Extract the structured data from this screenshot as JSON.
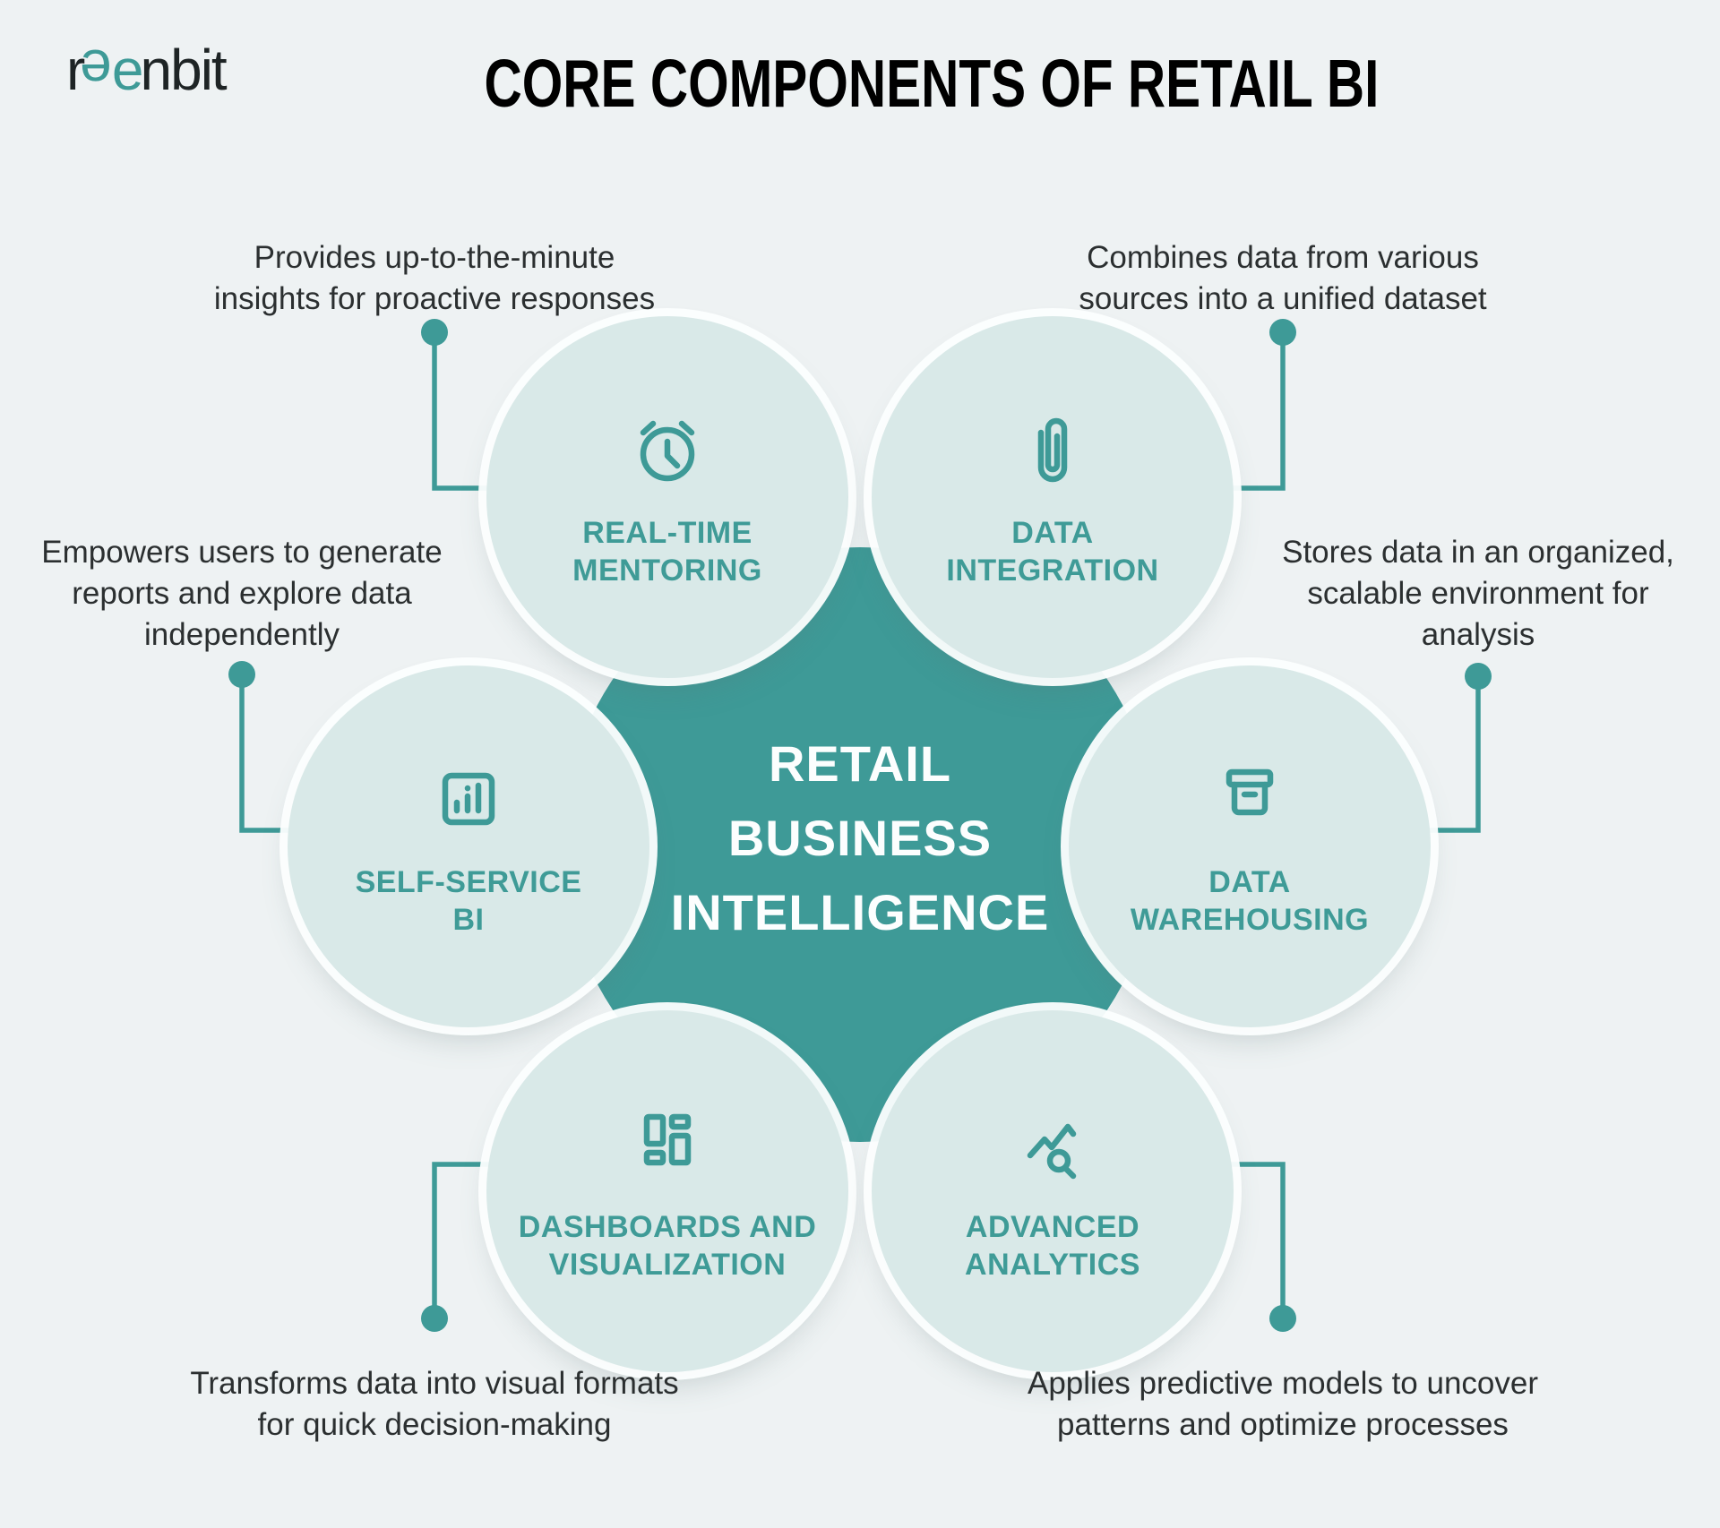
{
  "header": {
    "logo_prefix": "r",
    "logo_ee_first": "e",
    "logo_ee_second": "e",
    "logo_suffix": "nbit",
    "title": "CORE COMPONENTS OF RETAIL BI"
  },
  "center": {
    "text": "RETAIL\nBUSINESS\nINTELLIGENCE"
  },
  "components": [
    {
      "id": "real-time-mentoring",
      "icon": "alarm-clock-icon",
      "label": "REAL-TIME\nMENTORING",
      "annotation": "Provides up-to-the-minute\ninsights for proactive responses"
    },
    {
      "id": "data-integration",
      "icon": "paperclip-icon",
      "label": "DATA\nINTEGRATION",
      "annotation": "Combines data from various\nsources into a unified dataset"
    },
    {
      "id": "self-service-bi",
      "icon": "bar-chart-icon",
      "label": "SELF-SERVICE\nBI",
      "annotation": "Empowers users to generate\nreports and explore data\nindependently"
    },
    {
      "id": "data-warehousing",
      "icon": "archive-box-icon",
      "label": "DATA\nWAREHOUSING",
      "annotation": "Stores data in an organized,\nscalable environment for\nanalysis"
    },
    {
      "id": "dashboards-and-visualization",
      "icon": "dashboard-icon",
      "label": "DASHBOARDS AND\nVISUALIZATION",
      "annotation": "Transforms data into visual formats\nfor quick decision-making"
    },
    {
      "id": "advanced-analytics",
      "icon": "analytics-magnifier-icon",
      "label": "ADVANCED\nANALYTICS",
      "annotation": "Applies predictive models to uncover\npatterns and optimize processes"
    }
  ],
  "colors": {
    "background": "#eef2f3",
    "teal": "#3e9a97",
    "bubble_fill": "#d9e9e8",
    "label_teal": "#3f9b97",
    "dark_text": "#2b2f30",
    "center_text": "#fcfefe"
  }
}
